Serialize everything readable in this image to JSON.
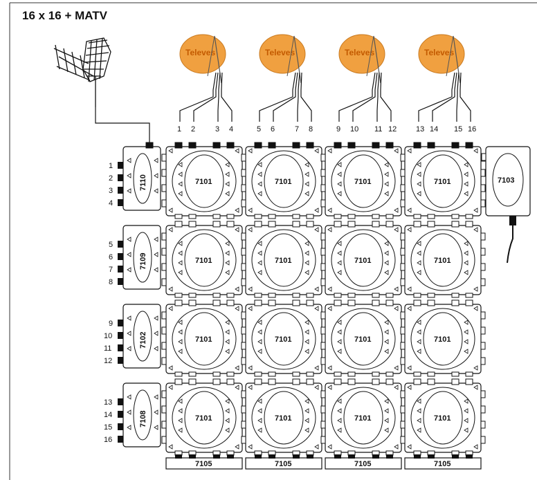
{
  "title": "16 x 16 + MATV",
  "colors": {
    "dish": "#f0a040",
    "dish_edge": "#c97a20",
    "brand": "#c35a00",
    "line": "#111111"
  },
  "dish_brand": "Televes",
  "antenna_icon": "terrestrial-antenna-icon",
  "input_numbers": [
    "1",
    "2",
    "3",
    "4",
    "5",
    "6",
    "7",
    "8",
    "9",
    "10",
    "11",
    "12",
    "13",
    "14",
    "15",
    "16"
  ],
  "multiswitch_label": "7101",
  "amplifier_label": "7103",
  "terminator_label": "7105",
  "row_blocks": [
    {
      "label": "7110",
      "outputs": [
        "1",
        "2",
        "3",
        "4"
      ]
    },
    {
      "label": "7109",
      "outputs": [
        "5",
        "6",
        "7",
        "8"
      ]
    },
    {
      "label": "7102",
      "outputs": [
        "9",
        "10",
        "11",
        "12"
      ]
    },
    {
      "label": "7108",
      "outputs": [
        "13",
        "14",
        "15",
        "16"
      ]
    }
  ]
}
